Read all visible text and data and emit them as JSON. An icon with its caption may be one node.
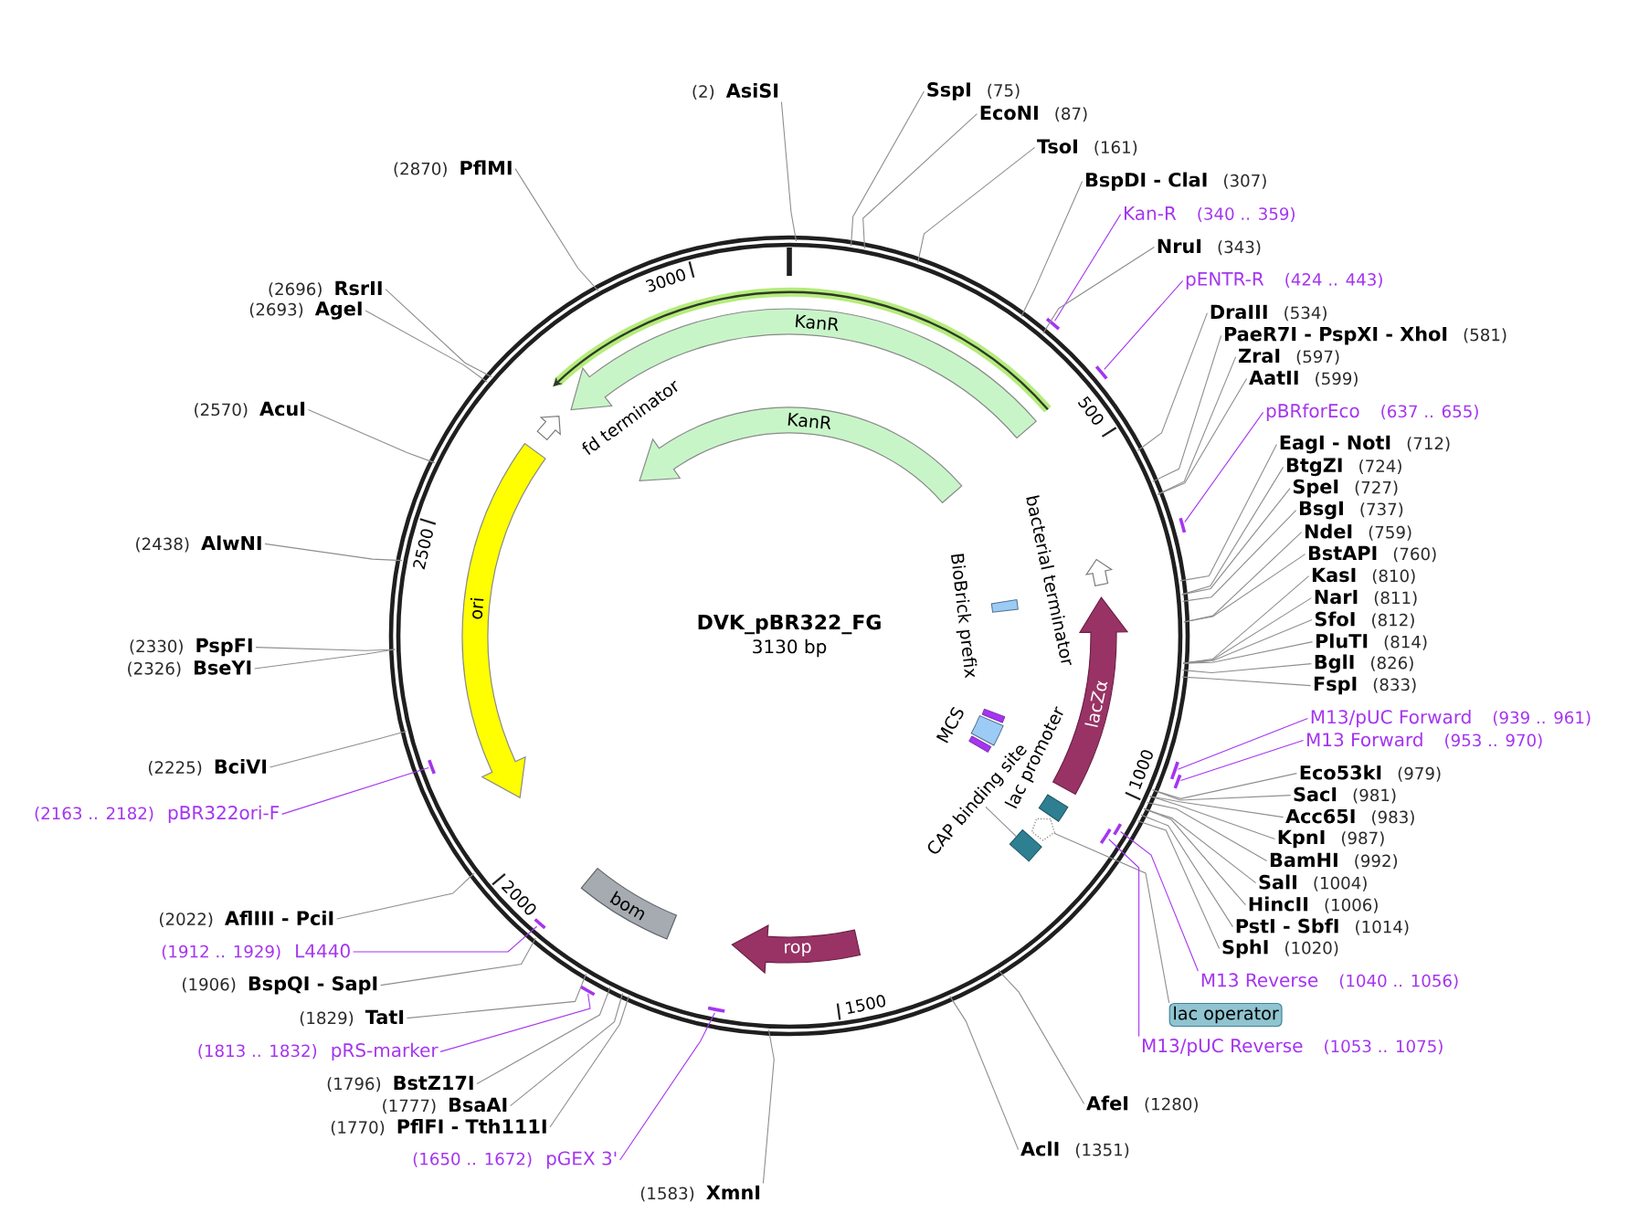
{
  "diagram": {
    "nodes": [
      {
        "text": [
          "DVK_pBR322_FG",
          "3130 bp"
        ]
      },
      {
        "text": [
          "KanR"
        ],
        "in": 0
      },
      {
        "text": [
          "KanR"
        ],
        "in": 0
      },
      {
        "text": [
          "fd terminator"
        ],
        "in": 0
      },
      {
        "text": [
          "ori"
        ],
        "in": 0
      },
      {
        "text": [
          "bacterial terminator"
        ],
        "in": 0
      },
      {
        "text": [
          "BioBrick prefix"
        ],
        "in": 0
      },
      {
        "text": [
          "lacZα"
        ],
        "in": 0
      },
      {
        "text": [
          "MCS"
        ],
        "in": 0
      },
      {
        "text": [
          "lac promoter"
        ],
        "in": 0
      },
      {
        "text": [
          "CAP binding site"
        ],
        "in": 0
      },
      {
        "text": [],
        "shape": "box",
        "in": 0
      },
      {
        "text": [],
        "shape": "pentagon",
        "in": 0
      },
      {
        "text": [
          "rop"
        ],
        "in": 0
      },
      {
        "text": [
          "bom"
        ],
        "in": 0
      },
      {
        "text": [
          "(2)",
          "AsiSI"
        ]
      },
      {
        "text": [
          "SspI",
          "(75)"
        ]
      },
      {
        "text": [
          "EcoNI",
          "(87)"
        ]
      },
      {
        "text": [
          "TsoI",
          "(161)"
        ]
      },
      {
        "text": [
          "BspDI - ClaI",
          "(307)"
        ]
      },
      {
        "text": [
          "Kan-R",
          "(340 .. 359)"
        ]
      },
      {
        "text": [],
        "shape": "bar"
      },
      {
        "text": [
          "NruI",
          "(343)"
        ]
      },
      {
        "text": [
          "pENTR-R",
          "(424 .. 443)"
        ]
      },
      {
        "text": [],
        "shape": "bar"
      },
      {
        "text": [
          "DraIII",
          "(534)"
        ]
      },
      {
        "text": [
          "PaeR7I - PspXI - XhoI",
          "(581)"
        ]
      },
      {
        "text": [
          "ZraI",
          "(597)"
        ]
      },
      {
        "text": [
          "AatII",
          "(599)"
        ]
      },
      {
        "text": [
          "pBRforEco",
          "(637 .. 655)"
        ]
      },
      {
        "text": [],
        "shape": "bar"
      },
      {
        "text": [
          "EagI - NotI",
          "(712)"
        ]
      },
      {
        "text": [
          "BtgZI",
          "(724)"
        ]
      },
      {
        "text": [
          "SpeI",
          "(727)"
        ]
      },
      {
        "text": [
          "BsgI",
          "(737)"
        ]
      },
      {
        "text": [
          "NdeI",
          "(759)"
        ]
      },
      {
        "text": [
          "BstAPI",
          "(760)"
        ]
      },
      {
        "text": [
          "KasI",
          "(810)"
        ]
      },
      {
        "text": [
          "NarI",
          "(811)"
        ]
      },
      {
        "text": [
          "SfoI",
          "(812)"
        ]
      },
      {
        "text": [
          "PluTI",
          "(814)"
        ]
      },
      {
        "text": [
          "BglI",
          "(826)"
        ]
      },
      {
        "text": [
          "FspI",
          "(833)"
        ]
      },
      {
        "text": [
          "M13/pUC Forward",
          "(939 .. 961)"
        ]
      },
      {
        "text": [],
        "shape": "bar"
      },
      {
        "text": [
          "M13 Forward",
          "(953 .. 970)"
        ]
      },
      {
        "text": [],
        "shape": "bar"
      },
      {
        "text": [
          "Eco53kI",
          "(979)"
        ]
      },
      {
        "text": [
          "SacI",
          "(981)"
        ]
      },
      {
        "text": [
          "Acc65I",
          "(983)"
        ]
      },
      {
        "text": [
          "KpnI",
          "(987)"
        ]
      },
      {
        "text": [
          "BamHI",
          "(992)"
        ]
      },
      {
        "text": [
          "SalI",
          "(1004)"
        ]
      },
      {
        "text": [
          "HincII",
          "(1006)"
        ]
      },
      {
        "text": [
          "PstI - SbfI",
          "(1014)"
        ]
      },
      {
        "text": [
          "SphI",
          "(1020)"
        ]
      },
      {
        "text": [
          "M13 Reverse",
          "(1040 .. 1056)"
        ]
      },
      {
        "text": [],
        "shape": "bar",
        "in": 0
      },
      {
        "text": [
          "lac operator"
        ]
      },
      {
        "text": [
          "M13/pUC Reverse",
          "(1053 .. 1075)"
        ]
      },
      {
        "text": [],
        "shape": "bar",
        "in": 0
      },
      {
        "text": [
          "AfeI",
          "(1280)"
        ]
      },
      {
        "text": [
          "AclI",
          "(1351)"
        ]
      },
      {
        "text": [
          "(1583)",
          "XmnI"
        ]
      },
      {
        "text": [
          "(1650 .. 1672)",
          "pGEX 3'"
        ]
      },
      {
        "text": [],
        "shape": "bar",
        "in": 0
      },
      {
        "text": [
          "(1770)",
          "PflFI - Tth111I"
        ]
      },
      {
        "text": [
          "(1777)",
          "BsaAI"
        ]
      },
      {
        "text": [
          "(1796)",
          "BstZ17I"
        ]
      },
      {
        "text": [
          "(1813 .. 1832)",
          "pRS-marker"
        ]
      },
      {
        "text": [],
        "shape": "bar"
      },
      {
        "text": [
          "(1829)",
          "TatI"
        ]
      },
      {
        "text": [
          "(1906)",
          "BspQI - SapI"
        ]
      },
      {
        "text": [
          "(1912 .. 1929)",
          "L4440"
        ]
      },
      {
        "text": [],
        "shape": "bar",
        "in": 0
      },
      {
        "text": [
          "(2022)",
          "AflIII - PciI"
        ]
      },
      {
        "text": [
          "(2163 .. 2182)",
          "pBR322ori-F"
        ]
      },
      {
        "text": [],
        "shape": "bar",
        "in": 0
      },
      {
        "text": [
          "(2225)",
          "BciVI"
        ]
      },
      {
        "text": [
          "(2326)",
          "BseYI"
        ]
      },
      {
        "text": [
          "(2330)",
          "PspFI"
        ]
      },
      {
        "text": [
          "(2438)",
          "AlwNI"
        ]
      },
      {
        "text": [
          "(2570)",
          "AcuI"
        ]
      },
      {
        "text": [
          "(2693)",
          "AgeI"
        ]
      },
      {
        "text": [
          "(2696)",
          "RsrII"
        ]
      },
      {
        "text": [
          "(2870)",
          "PflMI"
        ]
      }
    ],
    "edges": [
      {
        "from": 10,
        "to": 11,
        "arrow": "none"
      },
      {
        "from": 15,
        "to": 0,
        "arrow": "none"
      },
      {
        "from": 16,
        "to": 0,
        "arrow": "none"
      },
      {
        "from": 17,
        "to": 0,
        "arrow": "none"
      },
      {
        "from": 18,
        "to": 0,
        "arrow": "none"
      },
      {
        "from": 19,
        "to": 0,
        "arrow": "none"
      },
      {
        "from": 20,
        "to": 21,
        "arrow": "none",
        "color": "#a535f0"
      },
      {
        "from": 22,
        "to": 0,
        "arrow": "none"
      },
      {
        "from": 23,
        "to": 24,
        "arrow": "none",
        "color": "#a535f0"
      },
      {
        "from": 25,
        "to": 0,
        "arrow": "none"
      },
      {
        "from": 26,
        "to": 0,
        "arrow": "none"
      },
      {
        "from": 27,
        "to": 0,
        "arrow": "none"
      },
      {
        "from": 28,
        "to": 0,
        "arrow": "none"
      },
      {
        "from": 29,
        "to": 30,
        "arrow": "none",
        "color": "#a535f0"
      },
      {
        "from": 31,
        "to": 0,
        "arrow": "none"
      },
      {
        "from": 32,
        "to": 0,
        "arrow": "none"
      },
      {
        "from": 33,
        "to": 0,
        "arrow": "none"
      },
      {
        "from": 34,
        "to": 0,
        "arrow": "none"
      },
      {
        "from": 35,
        "to": 0,
        "arrow": "none"
      },
      {
        "from": 36,
        "to": 0,
        "arrow": "none"
      },
      {
        "from": 37,
        "to": 0,
        "arrow": "none"
      },
      {
        "from": 38,
        "to": 0,
        "arrow": "none"
      },
      {
        "from": 39,
        "to": 0,
        "arrow": "none"
      },
      {
        "from": 40,
        "to": 0,
        "arrow": "none"
      },
      {
        "from": 41,
        "to": 0,
        "arrow": "none"
      },
      {
        "from": 42,
        "to": 0,
        "arrow": "none"
      },
      {
        "from": 43,
        "to": 44,
        "arrow": "none",
        "color": "#a535f0"
      },
      {
        "from": 45,
        "to": 46,
        "arrow": "none",
        "color": "#a535f0"
      },
      {
        "from": 47,
        "to": 0,
        "arrow": "none"
      },
      {
        "from": 48,
        "to": 0,
        "arrow": "none"
      },
      {
        "from": 49,
        "to": 0,
        "arrow": "none"
      },
      {
        "from": 50,
        "to": 0,
        "arrow": "none"
      },
      {
        "from": 51,
        "to": 0,
        "arrow": "none"
      },
      {
        "from": 52,
        "to": 0,
        "arrow": "none"
      },
      {
        "from": 53,
        "to": 0,
        "arrow": "none"
      },
      {
        "from": 54,
        "to": 0,
        "arrow": "none"
      },
      {
        "from": 55,
        "to": 0,
        "arrow": "none"
      },
      {
        "from": 56,
        "to": 57,
        "arrow": "none",
        "color": "#a535f0"
      },
      {
        "from": 58,
        "to": 12,
        "arrow": "none"
      },
      {
        "from": 59,
        "to": 60,
        "arrow": "none",
        "color": "#a535f0"
      },
      {
        "from": 61,
        "to": 0,
        "arrow": "none"
      },
      {
        "from": 62,
        "to": 0,
        "arrow": "none"
      },
      {
        "from": 63,
        "to": 0,
        "arrow": "none"
      },
      {
        "from": 64,
        "to": 65,
        "arrow": "none",
        "color": "#a535f0"
      },
      {
        "from": 66,
        "to": 0,
        "arrow": "none"
      },
      {
        "from": 67,
        "to": 0,
        "arrow": "none"
      },
      {
        "from": 68,
        "to": 0,
        "arrow": "none"
      },
      {
        "from": 69,
        "to": 70,
        "arrow": "none",
        "color": "#a535f0"
      },
      {
        "from": 71,
        "to": 0,
        "arrow": "none"
      },
      {
        "from": 72,
        "to": 0,
        "arrow": "none"
      },
      {
        "from": 73,
        "to": 74,
        "arrow": "none",
        "color": "#a535f0"
      },
      {
        "from": 75,
        "to": 0,
        "arrow": "none"
      },
      {
        "from": 76,
        "to": 77,
        "arrow": "none",
        "color": "#a535f0"
      },
      {
        "from": 78,
        "to": 0,
        "arrow": "none"
      },
      {
        "from": 79,
        "to": 0,
        "arrow": "none"
      },
      {
        "from": 80,
        "to": 0,
        "arrow": "none"
      },
      {
        "from": 81,
        "to": 0,
        "arrow": "none"
      },
      {
        "from": 82,
        "to": 0,
        "arrow": "none"
      },
      {
        "from": 83,
        "to": 0,
        "arrow": "none"
      },
      {
        "from": 84,
        "to": 0,
        "arrow": "none"
      },
      {
        "from": 85,
        "to": 0,
        "arrow": "none"
      }
    ],
    "labels": [
      "500",
      "1000",
      "1500",
      "2000",
      "2500",
      "3000"
    ]
  }
}
